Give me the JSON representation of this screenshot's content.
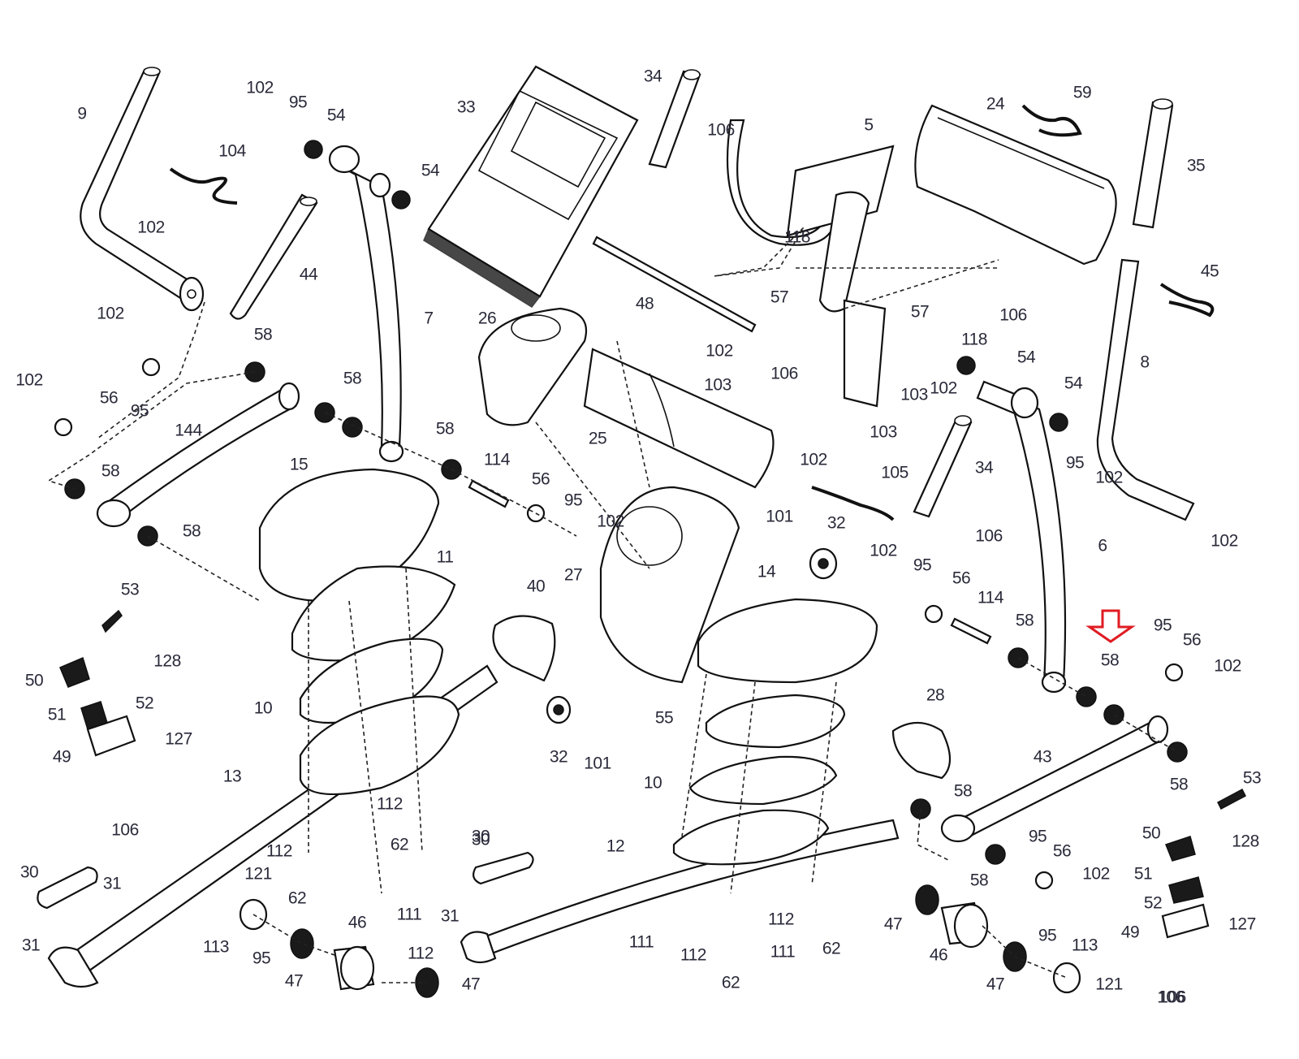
{
  "diagram": {
    "type": "exploded-parts-diagram",
    "highlight": {
      "part": "58",
      "indicator": "red-down-arrow",
      "color": "#e01b22"
    },
    "label_color": "#2a2a3a",
    "line_color": "#111111"
  },
  "labels": [
    {
      "id": "l9",
      "text": "9"
    },
    {
      "id": "l102a",
      "text": "102"
    },
    {
      "id": "l95a",
      "text": "95"
    },
    {
      "id": "l54a",
      "text": "54"
    },
    {
      "id": "l104",
      "text": "104"
    },
    {
      "id": "l54b",
      "text": "54"
    },
    {
      "id": "l33",
      "text": "33"
    },
    {
      "id": "l34a",
      "text": "34"
    },
    {
      "id": "l106a",
      "text": "106"
    },
    {
      "id": "l5",
      "text": "5"
    },
    {
      "id": "l24",
      "text": "24"
    },
    {
      "id": "l59",
      "text": "59"
    },
    {
      "id": "l35",
      "text": "35"
    },
    {
      "id": "l102b",
      "text": "102"
    },
    {
      "id": "l44",
      "text": "44"
    },
    {
      "id": "l102c",
      "text": "102"
    },
    {
      "id": "l7",
      "text": "7"
    },
    {
      "id": "l48",
      "text": "48"
    },
    {
      "id": "l118a",
      "text": "118"
    },
    {
      "id": "l57a",
      "text": "57"
    },
    {
      "id": "l106b",
      "text": "106"
    },
    {
      "id": "l45",
      "text": "45"
    },
    {
      "id": "l58a",
      "text": "58"
    },
    {
      "id": "l26",
      "text": "26"
    },
    {
      "id": "l102d",
      "text": "102"
    },
    {
      "id": "l106c",
      "text": "106"
    },
    {
      "id": "l57b",
      "text": "57"
    },
    {
      "id": "l118b",
      "text": "118"
    },
    {
      "id": "l54c",
      "text": "54"
    },
    {
      "id": "l8",
      "text": "8"
    },
    {
      "id": "l102e",
      "text": "102"
    },
    {
      "id": "l56a",
      "text": "56"
    },
    {
      "id": "l58b",
      "text": "58"
    },
    {
      "id": "l103a",
      "text": "103"
    },
    {
      "id": "l103b",
      "text": "103"
    },
    {
      "id": "l102f",
      "text": "102"
    },
    {
      "id": "l95b",
      "text": "95"
    },
    {
      "id": "l144",
      "text": "144"
    },
    {
      "id": "l25",
      "text": "25"
    },
    {
      "id": "l54d",
      "text": "54"
    },
    {
      "id": "l103c",
      "text": "103"
    },
    {
      "id": "l58c",
      "text": "58"
    },
    {
      "id": "l102g",
      "text": "102"
    },
    {
      "id": "l15",
      "text": "15"
    },
    {
      "id": "l114a",
      "text": "114"
    },
    {
      "id": "l34b",
      "text": "34"
    },
    {
      "id": "l95c",
      "text": "95"
    },
    {
      "id": "l102h",
      "text": "102"
    },
    {
      "id": "l58d",
      "text": "58"
    },
    {
      "id": "l56b",
      "text": "56"
    },
    {
      "id": "l105",
      "text": "105"
    },
    {
      "id": "l95d",
      "text": "95"
    },
    {
      "id": "l102i",
      "text": "102"
    },
    {
      "id": "l58e",
      "text": "58"
    },
    {
      "id": "l102j",
      "text": "102"
    },
    {
      "id": "l101a",
      "text": "101"
    },
    {
      "id": "l32a",
      "text": "32"
    },
    {
      "id": "l106d",
      "text": "106"
    },
    {
      "id": "l6",
      "text": "6"
    },
    {
      "id": "l102k",
      "text": "102"
    },
    {
      "id": "l11",
      "text": "11"
    },
    {
      "id": "l14",
      "text": "14"
    },
    {
      "id": "l95e",
      "text": "95"
    },
    {
      "id": "l56c",
      "text": "56"
    },
    {
      "id": "l27",
      "text": "27"
    },
    {
      "id": "l114b",
      "text": "114"
    },
    {
      "id": "l53a",
      "text": "53"
    },
    {
      "id": "l40",
      "text": "40"
    },
    {
      "id": "l58f",
      "text": "58"
    },
    {
      "id": "l58g",
      "text": "58"
    },
    {
      "id": "l95f",
      "text": "95"
    },
    {
      "id": "l56d",
      "text": "56"
    },
    {
      "id": "l128a",
      "text": "128"
    },
    {
      "id": "l102l",
      "text": "102"
    },
    {
      "id": "l50a",
      "text": "50"
    },
    {
      "id": "l52a",
      "text": "52"
    },
    {
      "id": "l51a",
      "text": "51"
    },
    {
      "id": "l10a",
      "text": "10"
    },
    {
      "id": "l55",
      "text": "55"
    },
    {
      "id": "l28",
      "text": "28"
    },
    {
      "id": "l127a",
      "text": "127"
    },
    {
      "id": "l49a",
      "text": "49"
    },
    {
      "id": "l32b",
      "text": "32"
    },
    {
      "id": "l101b",
      "text": "101"
    },
    {
      "id": "l43",
      "text": "43"
    },
    {
      "id": "l13",
      "text": "13"
    },
    {
      "id": "l10b",
      "text": "10"
    },
    {
      "id": "l58h",
      "text": "58"
    },
    {
      "id": "l106e",
      "text": "106"
    },
    {
      "id": "l112a",
      "text": "112"
    },
    {
      "id": "l58i",
      "text": "58"
    },
    {
      "id": "l53b",
      "text": "53"
    },
    {
      "id": "l62a",
      "text": "62"
    },
    {
      "id": "l112b",
      "text": "112"
    },
    {
      "id": "l12",
      "text": "12"
    },
    {
      "id": "l30a",
      "text": "30"
    },
    {
      "id": "l95g",
      "text": "95"
    },
    {
      "id": "l56e",
      "text": "56"
    },
    {
      "id": "l50b",
      "text": "50"
    },
    {
      "id": "l128b",
      "text": "128"
    },
    {
      "id": "l62b",
      "text": "62"
    },
    {
      "id": "l121a",
      "text": "121"
    },
    {
      "id": "l30b",
      "text": "30"
    },
    {
      "id": "l31a",
      "text": "31"
    },
    {
      "id": "l102m",
      "text": "102"
    },
    {
      "id": "l58j",
      "text": "58"
    },
    {
      "id": "l51b",
      "text": "51"
    },
    {
      "id": "l31b",
      "text": "31"
    },
    {
      "id": "l111a",
      "text": "111"
    },
    {
      "id": "l31c",
      "text": "31"
    },
    {
      "id": "l52b",
      "text": "52"
    },
    {
      "id": "l112c",
      "text": "112"
    },
    {
      "id": "l47a",
      "text": "47"
    },
    {
      "id": "l46a",
      "text": "46"
    },
    {
      "id": "l31d",
      "text": "31"
    },
    {
      "id": "l113a",
      "text": "113"
    },
    {
      "id": "l112d",
      "text": "112"
    },
    {
      "id": "l111b",
      "text": "111"
    },
    {
      "id": "l95h",
      "text": "95"
    },
    {
      "id": "l112e",
      "text": "112"
    },
    {
      "id": "l111c",
      "text": "111"
    },
    {
      "id": "l62c",
      "text": "62"
    },
    {
      "id": "l113b",
      "text": "113"
    },
    {
      "id": "l49b",
      "text": "49"
    },
    {
      "id": "l127b",
      "text": "127"
    },
    {
      "id": "l95i",
      "text": "95"
    },
    {
      "id": "l47b",
      "text": "47"
    },
    {
      "id": "l46b",
      "text": "46"
    },
    {
      "id": "l106f",
      "text": "106"
    },
    {
      "id": "l47c",
      "text": "47"
    },
    {
      "id": "l47d",
      "text": "47"
    },
    {
      "id": "l121b",
      "text": "121"
    },
    {
      "id": "l62d",
      "text": "62"
    },
    {
      "id": "l106g",
      "text": "106"
    }
  ]
}
